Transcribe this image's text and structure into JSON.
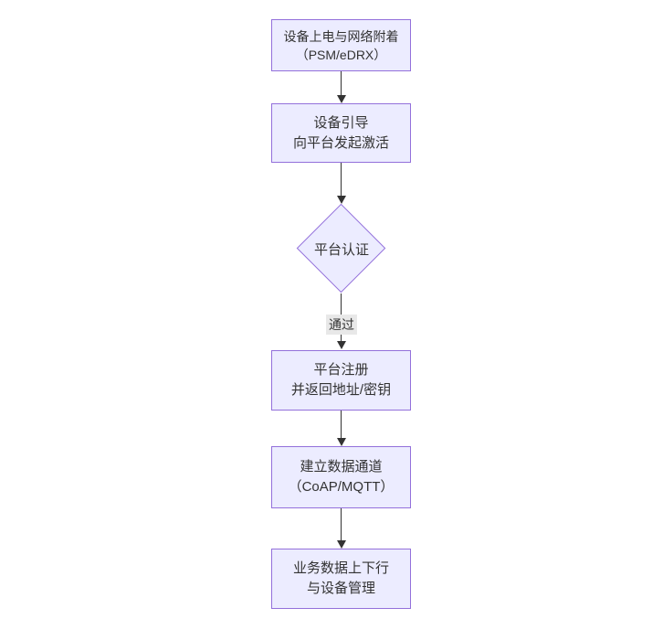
{
  "diagram": {
    "type": "flowchart",
    "direction": "top-down",
    "colors": {
      "node_fill": "#ECECFF",
      "node_border": "#9370DB",
      "text": "#333333",
      "edge": "#333333",
      "edge_label_bg": "#e8e8e8",
      "background": "#ffffff"
    },
    "nodes": [
      {
        "id": "power-attach",
        "shape": "rect",
        "lines": [
          "设备上电与网络附着",
          "（PSM/eDRX）"
        ]
      },
      {
        "id": "bootstrap",
        "shape": "rect",
        "lines": [
          "设备引导",
          "向平台发起激活"
        ]
      },
      {
        "id": "auth",
        "shape": "diamond",
        "lines": [
          "平台认证"
        ]
      },
      {
        "id": "register",
        "shape": "rect",
        "lines": [
          "平台注册",
          "并返回地址/密钥"
        ]
      },
      {
        "id": "channel",
        "shape": "rect",
        "lines": [
          "建立数据通道",
          "（CoAP/MQTT）"
        ]
      },
      {
        "id": "business",
        "shape": "rect",
        "lines": [
          "业务数据上下行",
          "与设备管理"
        ]
      }
    ],
    "edges": [
      {
        "from": "power-attach",
        "to": "bootstrap",
        "label": ""
      },
      {
        "from": "bootstrap",
        "to": "auth",
        "label": ""
      },
      {
        "from": "auth",
        "to": "register",
        "label": "通过"
      },
      {
        "from": "register",
        "to": "channel",
        "label": ""
      },
      {
        "from": "channel",
        "to": "business",
        "label": ""
      }
    ]
  }
}
